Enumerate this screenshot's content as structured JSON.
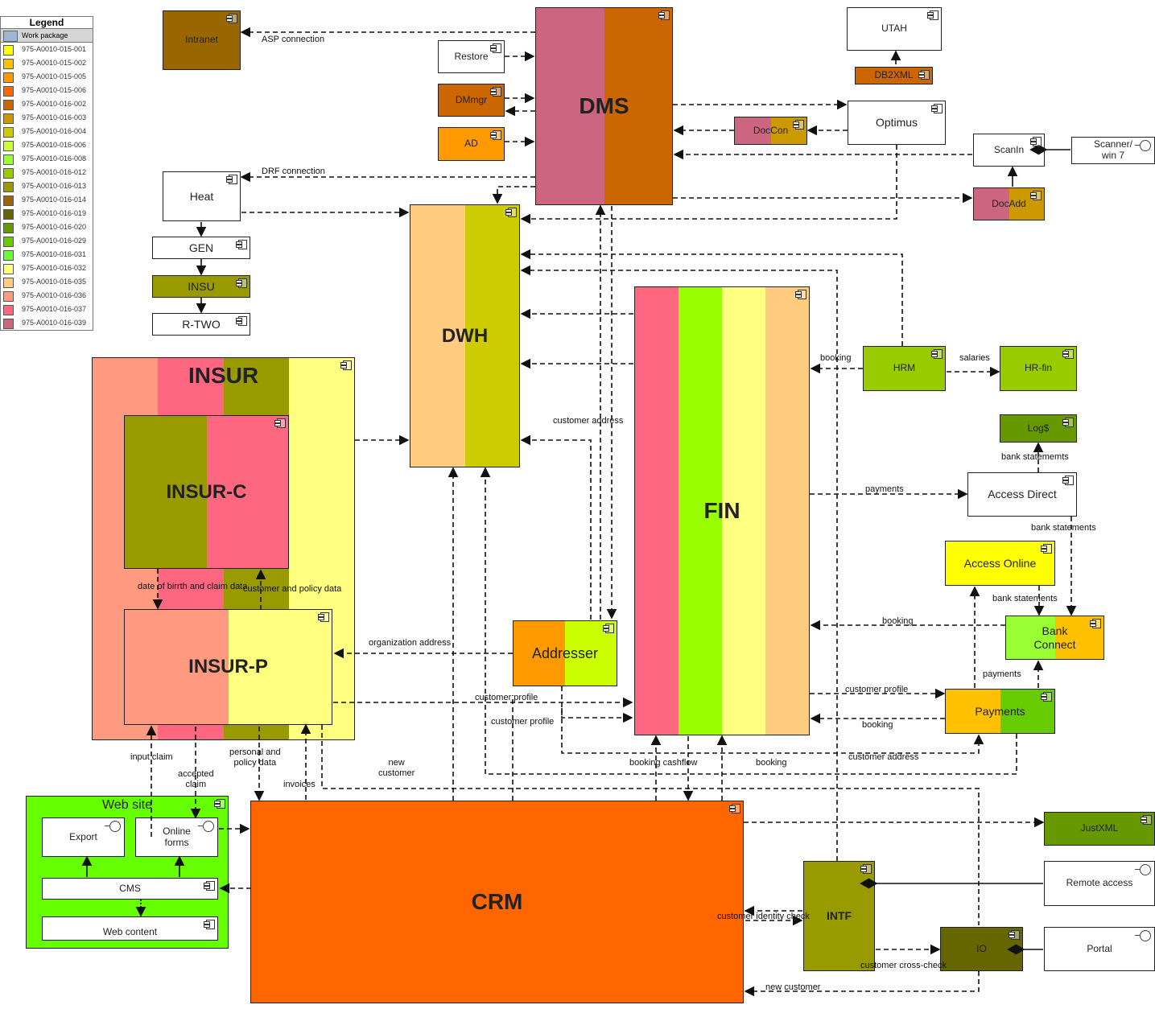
{
  "legend": {
    "title": "Legend",
    "header": "Work package",
    "items": [
      {
        "label": "975-A0010-015-001",
        "color": "#ffff00"
      },
      {
        "label": "975-A0010-015-002",
        "color": "#ffc000"
      },
      {
        "label": "975-A0010-015-005",
        "color": "#ff9900"
      },
      {
        "label": "975-A0010-015-006",
        "color": "#ff6600"
      },
      {
        "label": "975-A0010-016-002",
        "color": "#cc6600"
      },
      {
        "label": "975-A0010-016-003",
        "color": "#cc9900"
      },
      {
        "label": "975-A0010-016-004",
        "color": "#cccc00"
      },
      {
        "label": "975-A0010-016-006",
        "color": "#ccff33"
      },
      {
        "label": "975-A0010-016-008",
        "color": "#99ff33"
      },
      {
        "label": "975-A0010-016-012",
        "color": "#99cc00"
      },
      {
        "label": "975-A0010-016-013",
        "color": "#999900"
      },
      {
        "label": "975-A0010-016-014",
        "color": "#996600"
      },
      {
        "label": "975-A0010-016-019",
        "color": "#666600"
      },
      {
        "label": "975-A0010-016-020",
        "color": "#669900"
      },
      {
        "label": "975-A0010-016-029",
        "color": "#66cc00"
      },
      {
        "label": "975-A0010-016-031",
        "color": "#66ff33"
      },
      {
        "label": "975-A0010-016-032",
        "color": "#ffff80"
      },
      {
        "label": "975-A0010-016-035",
        "color": "#ffcc80"
      },
      {
        "label": "975-A0010-016-036",
        "color": "#ff9980"
      },
      {
        "label": "975-A0010-016-037",
        "color": "#ff6680"
      },
      {
        "label": "975-A0010-016-039",
        "color": "#cc6680"
      }
    ]
  },
  "components": {
    "intranet": {
      "label": "Intranet",
      "colors": [
        "#996600"
      ]
    },
    "dms": {
      "label": "DMS",
      "colors": [
        "#cc6680",
        "#cc6600"
      ]
    },
    "restore": {
      "label": "Restore",
      "colors": [
        "#ffffff"
      ]
    },
    "dmmgr": {
      "label": "DMmgr",
      "colors": [
        "#cc6600"
      ]
    },
    "ad": {
      "label": "AD",
      "colors": [
        "#ff9900"
      ]
    },
    "utah": {
      "label": "UTAH",
      "colors": [
        "#ffffff"
      ]
    },
    "db2xml": {
      "label": "DB2XML",
      "colors": [
        "#cc6600"
      ]
    },
    "optimus": {
      "label": "Optimus",
      "colors": [
        "#ffffff"
      ]
    },
    "doccon": {
      "label": "DocCon",
      "colors": [
        "#cc6680",
        "#cc9900"
      ]
    },
    "scanin": {
      "label": "ScanIn",
      "colors": [
        "#ffffff"
      ]
    },
    "scanner": {
      "label": "Scanner/\nwin 7",
      "colors": [
        "#ffffff"
      ]
    },
    "docadd": {
      "label": "DocAdd",
      "colors": [
        "#cc6680",
        "#cc9900"
      ]
    },
    "heat": {
      "label": "Heat",
      "colors": [
        "#ffffff"
      ]
    },
    "gen": {
      "label": "GEN",
      "colors": [
        "#ffffff"
      ]
    },
    "insu": {
      "label": "INSU",
      "colors": [
        "#999900"
      ]
    },
    "rtwo": {
      "label": "R-TWO",
      "colors": [
        "#ffffff"
      ]
    },
    "dwh": {
      "label": "DWH",
      "colors": [
        "#ffcc80",
        "#cccc00"
      ]
    },
    "fin": {
      "label": "FIN",
      "colors": [
        "#ff6680",
        "#99ff00",
        "#ffff80",
        "#ffcc80"
      ]
    },
    "insur": {
      "label": "INSUR",
      "colors": [
        "#ff9980",
        "#ff6680",
        "#999900",
        "#ffff80"
      ]
    },
    "insurc": {
      "label": "INSUR-C",
      "colors": [
        "#999900",
        "#ff6680"
      ]
    },
    "insurp": {
      "label": "INSUR-P",
      "colors": [
        "#ff9980",
        "#ffff80"
      ]
    },
    "hrm": {
      "label": "HRM",
      "colors": [
        "#99cc00"
      ]
    },
    "hrfin": {
      "label": "HR-fin",
      "colors": [
        "#99cc00"
      ]
    },
    "logs": {
      "label": "Log$",
      "colors": [
        "#669900"
      ]
    },
    "accessdirect": {
      "label": "Access Direct",
      "colors": [
        "#ffffff"
      ]
    },
    "accessonline": {
      "label": "Access Online",
      "colors": [
        "#ffff00"
      ]
    },
    "bankconnect": {
      "label": "Bank\nConnect",
      "colors": [
        "#99ff33",
        "#ffc000"
      ]
    },
    "payments": {
      "label": "Payments",
      "colors": [
        "#ffc000",
        "#66cc00"
      ]
    },
    "addresser": {
      "label": "Addresser",
      "colors": [
        "#ff9900",
        "#ccff00"
      ]
    },
    "website": {
      "label": "Web site",
      "colors": [
        "#66ff00"
      ]
    },
    "export": {
      "label": "Export",
      "colors": [
        "#ffffff"
      ]
    },
    "onlineforms": {
      "label": "Online\nforms",
      "colors": [
        "#ffffff"
      ]
    },
    "cms": {
      "label": "CMS",
      "colors": [
        "#ffffff"
      ]
    },
    "webcontent": {
      "label": "Web content",
      "colors": [
        "#ffffff"
      ]
    },
    "crm": {
      "label": "CRM",
      "colors": [
        "#ff6600"
      ]
    },
    "intf": {
      "label": "INTF",
      "colors": [
        "#999900"
      ]
    },
    "io": {
      "label": "IO",
      "colors": [
        "#666600"
      ]
    },
    "justxml": {
      "label": "JustXML",
      "colors": [
        "#669900"
      ]
    },
    "remoteaccess": {
      "label": "Remote access",
      "colors": [
        "#ffffff"
      ]
    },
    "portal": {
      "label": "Portal",
      "colors": [
        "#ffffff"
      ]
    }
  },
  "connections": {
    "asp": "ASP connection",
    "drf": "DRF connection",
    "booking_hrm": "booking",
    "salaries": "salaries",
    "bank_statements_1": "bank statememts",
    "payments_ad": "payments",
    "bank_statements_2": "bank statements",
    "bank_statements_3": "bank statements",
    "booking_bc": "booking",
    "payments_bc": "payments",
    "customer_profile_pay": "customer profile",
    "booking_pay": "booking",
    "customer_address_pay": "customer address",
    "customer_address_dwh": "customer address",
    "org_address": "organization address",
    "customer_profile_1": "customer profile",
    "customer_profile_2": "customer profile",
    "dob_claim": "date of birrth  and claim data",
    "cust_policy": "customer and  policy data",
    "input_claim": "input claim",
    "accepted_claim": "accepted\nclaim",
    "personal_policy": "personal and\npolicy data",
    "invoices": "invoices",
    "new_customer_1": "new\ncustomer",
    "booking_cashflow": "booking  cashflow",
    "booking_fin": "booking",
    "customer_identity": "customer  identity  check",
    "customer_crosscheck": "customer  cross-check",
    "new_customer_2": "new customer"
  }
}
